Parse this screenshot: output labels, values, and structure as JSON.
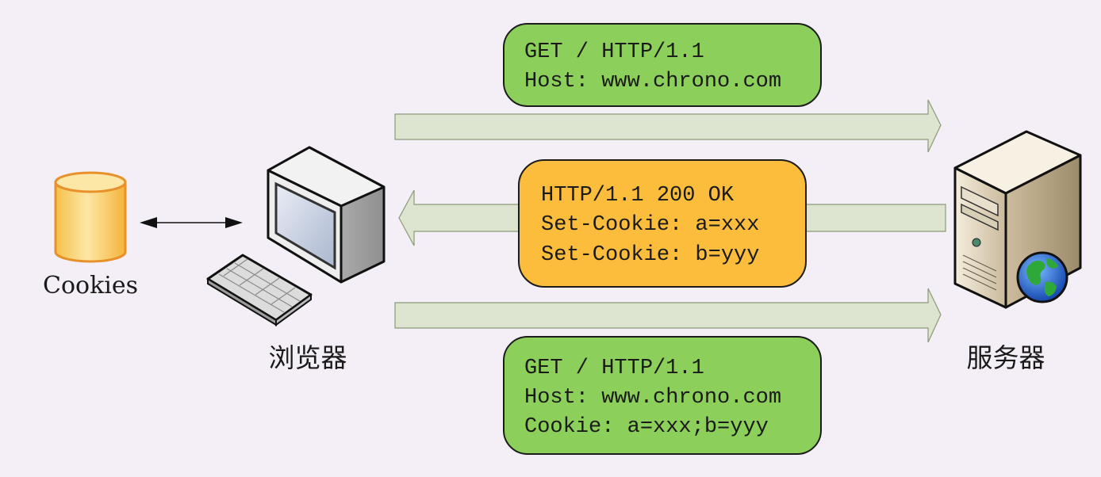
{
  "colors": {
    "background": "#f4eff6",
    "request_box": "#8ccf5a",
    "response_box": "#fbbd3b",
    "arrow_fill": "#dde4cf",
    "arrow_stroke": "#8a9a78"
  },
  "cookies_store": {
    "label": "Cookies",
    "icon": "database-cylinder-icon"
  },
  "browser": {
    "label": "浏览器",
    "icon": "desktop-computer-icon"
  },
  "server": {
    "label": "服务器",
    "icon": "server-globe-icon"
  },
  "messages": {
    "request1": {
      "line1": "GET / HTTP/1.1",
      "line2": "Host: www.chrono.com"
    },
    "response": {
      "line1": "HTTP/1.1 200 OK",
      "line2": "Set-Cookie: a=xxx",
      "line3": "Set-Cookie: b=yyy"
    },
    "request2": {
      "line1": "GET / HTTP/1.1",
      "line2": "Host: www.chrono.com",
      "line3": "Cookie: a=xxx;b=yyy"
    }
  }
}
